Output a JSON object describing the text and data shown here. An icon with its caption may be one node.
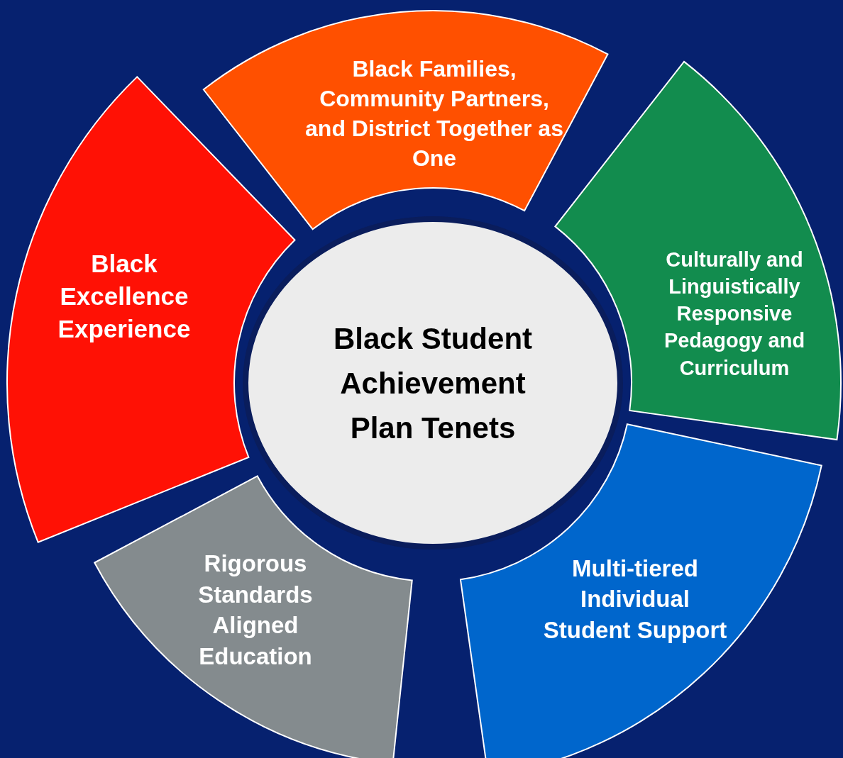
{
  "diagram": {
    "nodes": [
      {
        "text": [
          "Black Student Achievement Plan Tenets"
        ]
      },
      {
        "text": [
          "Black Families, Community Partners, and District Together as One"
        ]
      },
      {
        "text": [
          "Culturally and Linguistically Responsive Pedagogy and Curriculum"
        ]
      },
      {
        "text": [
          "Multi-tiered Individual Student Support"
        ]
      },
      {
        "text": [
          "Rigorous Standards Aligned Education"
        ]
      },
      {
        "text": [
          "Black Excellence Experience"
        ]
      }
    ]
  }
}
